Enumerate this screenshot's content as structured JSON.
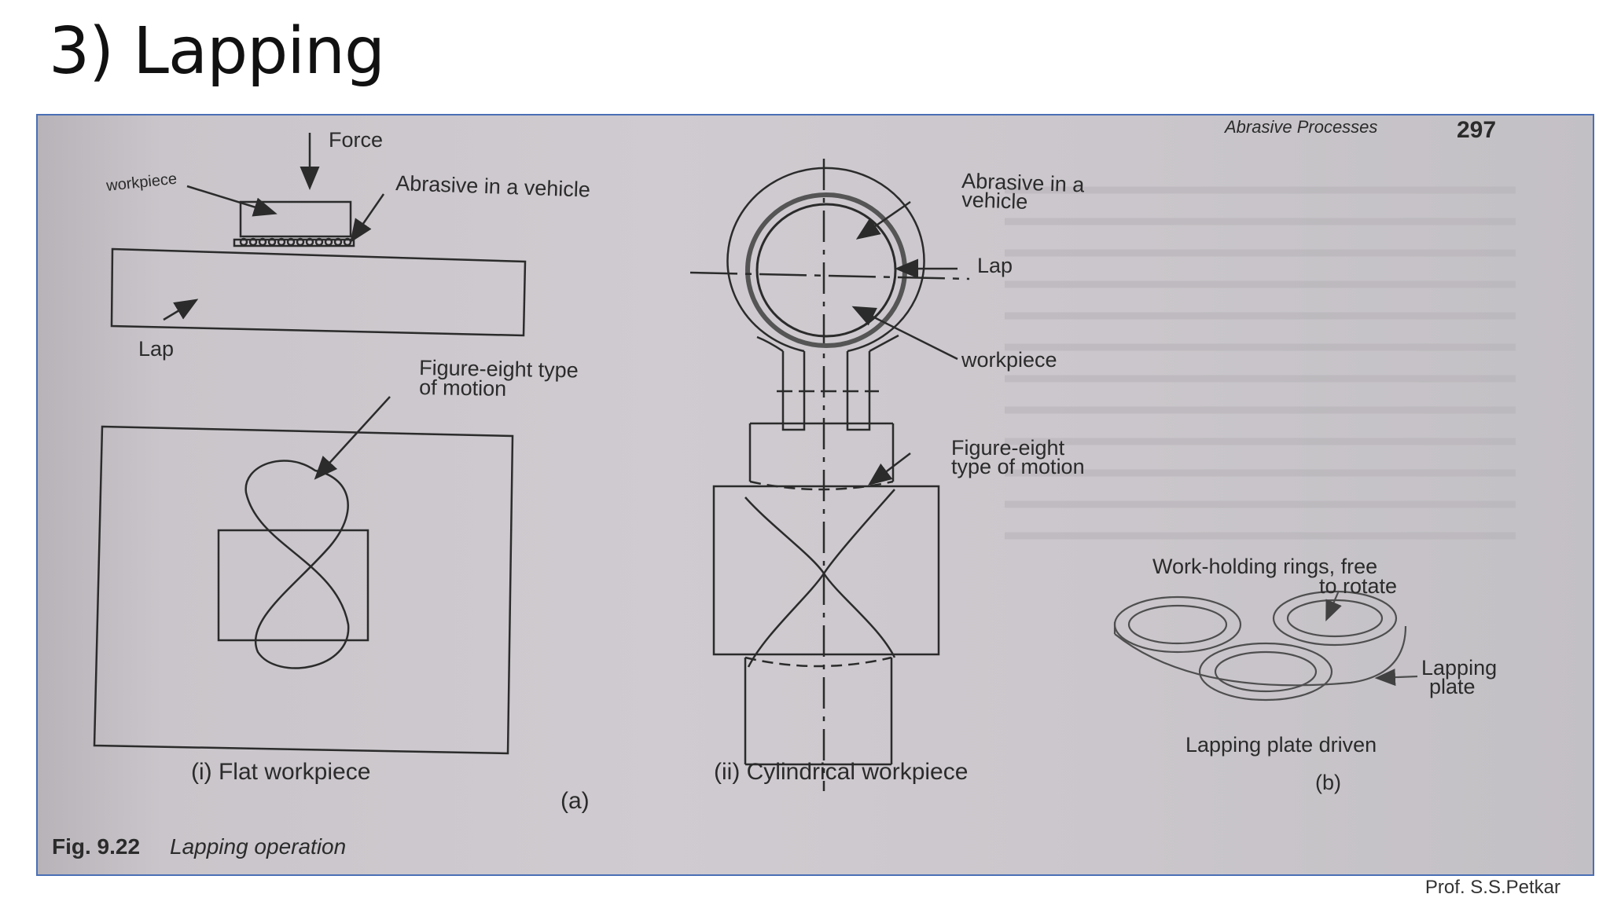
{
  "slide": {
    "title": "3) Lapping",
    "credit": "Prof. S.S.Petkar"
  },
  "book_page": {
    "running_head": "Abrasive Processes",
    "page_number": "297"
  },
  "figure": {
    "number": "Fig. 9.22",
    "caption": "Lapping operation",
    "part_a_label": "(a)",
    "part_b_label": "(b)",
    "flat": {
      "force": "Force",
      "workpiece": "workpiece",
      "abrasive": "Abrasive in a vehicle",
      "lap": "Lap",
      "motion_line1": "Figure-eight type",
      "motion_line2": "of motion",
      "caption": "(i) Flat workpiece"
    },
    "cylindrical": {
      "abrasive_line1": "Abrasive in a",
      "abrasive_line2": "vehicle",
      "lap": "Lap",
      "workpiece": "workpiece",
      "motion_line1": "Figure-eight",
      "motion_line2": "type of motion",
      "caption": "(ii) Cylindrical workpiece"
    },
    "rings": {
      "holding_line1": "Work-holding rings, free",
      "holding_line2": "to rotate",
      "plate_line1": "Lapping",
      "plate_line2": "plate",
      "driven": "Lapping plate driven"
    }
  }
}
